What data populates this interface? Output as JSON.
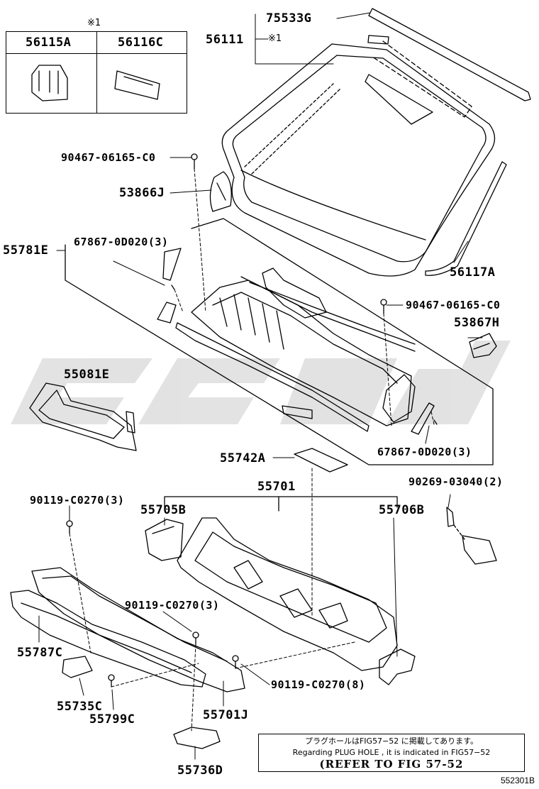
{
  "inset": {
    "mark": "※1",
    "col1": "56115A",
    "col2": "56116C"
  },
  "labels": {
    "p75533G": "75533G",
    "p56111": "56111",
    "mark56111": "※1",
    "p90467_top": "90467-06165-C0",
    "p53866J": "53866J",
    "p55781E": "55781E",
    "p67867_top": "67867-0D020(3)",
    "p56117A": "56117A",
    "p90467_right": "90467-06165-C0",
    "p53867H": "53867H",
    "p55081E": "55081E",
    "p67867_bottom": "67867-0D020(3)",
    "p55742A": "55742A",
    "p90269": "90269-03040(2)",
    "p55701": "55701",
    "p90119_left": "90119-C0270(3)",
    "p55705B": "55705B",
    "p55706B": "55706B",
    "p90119_mid": "90119-C0270(3)",
    "p55787C": "55787C",
    "p90119_right": "90119-C0270(8)",
    "p55735C": "55735C",
    "p55701J": "55701J",
    "p55799C": "55799C",
    "p55736D": "55736D"
  },
  "note": {
    "line1": "プラグホールはFIG57−52 に掲載してあります。",
    "line2": "Regarding PLUG HOLE , it is indicated in FIG57−52",
    "line3": "(REFER TO FIG 57-52"
  },
  "figure_id": "552301B"
}
